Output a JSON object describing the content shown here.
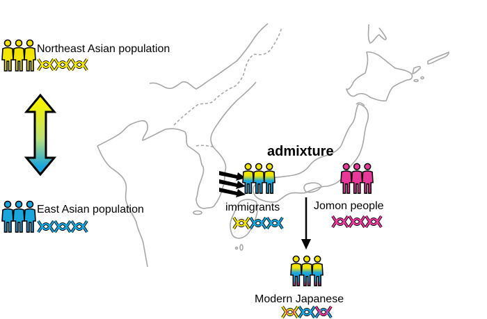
{
  "diagram": {
    "title": "admixture",
    "colors": {
      "northeast_asian": "#f2e600",
      "east_asian": "#1aa5dc",
      "jomon": "#e8389a",
      "map_outline": "#a6a6a6",
      "arrow": "#000000"
    },
    "populations": [
      {
        "id": "northeast-asian",
        "label": "Northeast Asian population",
        "people_color": "yellow",
        "dna_color": "yellow"
      },
      {
        "id": "east-asian",
        "label": "East Asian population",
        "people_color": "blue",
        "dna_color": "blue"
      },
      {
        "id": "immigrants",
        "label": "immigrants",
        "people_color": "yellow-to-blue gradient",
        "dna_color": "yellow + blue"
      },
      {
        "id": "jomon",
        "label": "Jomon people",
        "people_color": "pink",
        "dna_color": "pink"
      },
      {
        "id": "modern-japanese",
        "label": "Modern Japanese",
        "people_color": "yellow-blue-pink gradient",
        "dna_color": "yellow + pink + blue"
      }
    ],
    "arrows": [
      {
        "id": "ne-to-east-asian",
        "type": "double-headed gradient",
        "from": "Northeast Asian population",
        "to": "East Asian population"
      },
      {
        "id": "migration",
        "type": "triple black arrows",
        "to": "immigrants"
      },
      {
        "id": "admixture-result",
        "type": "single black arrow",
        "to": "Modern Japanese"
      }
    ],
    "background": "Outline map of East Asia: Korean peninsula, northeast China coast, Japanese archipelago (Hokkaido, Honshu, Kyushu)"
  }
}
